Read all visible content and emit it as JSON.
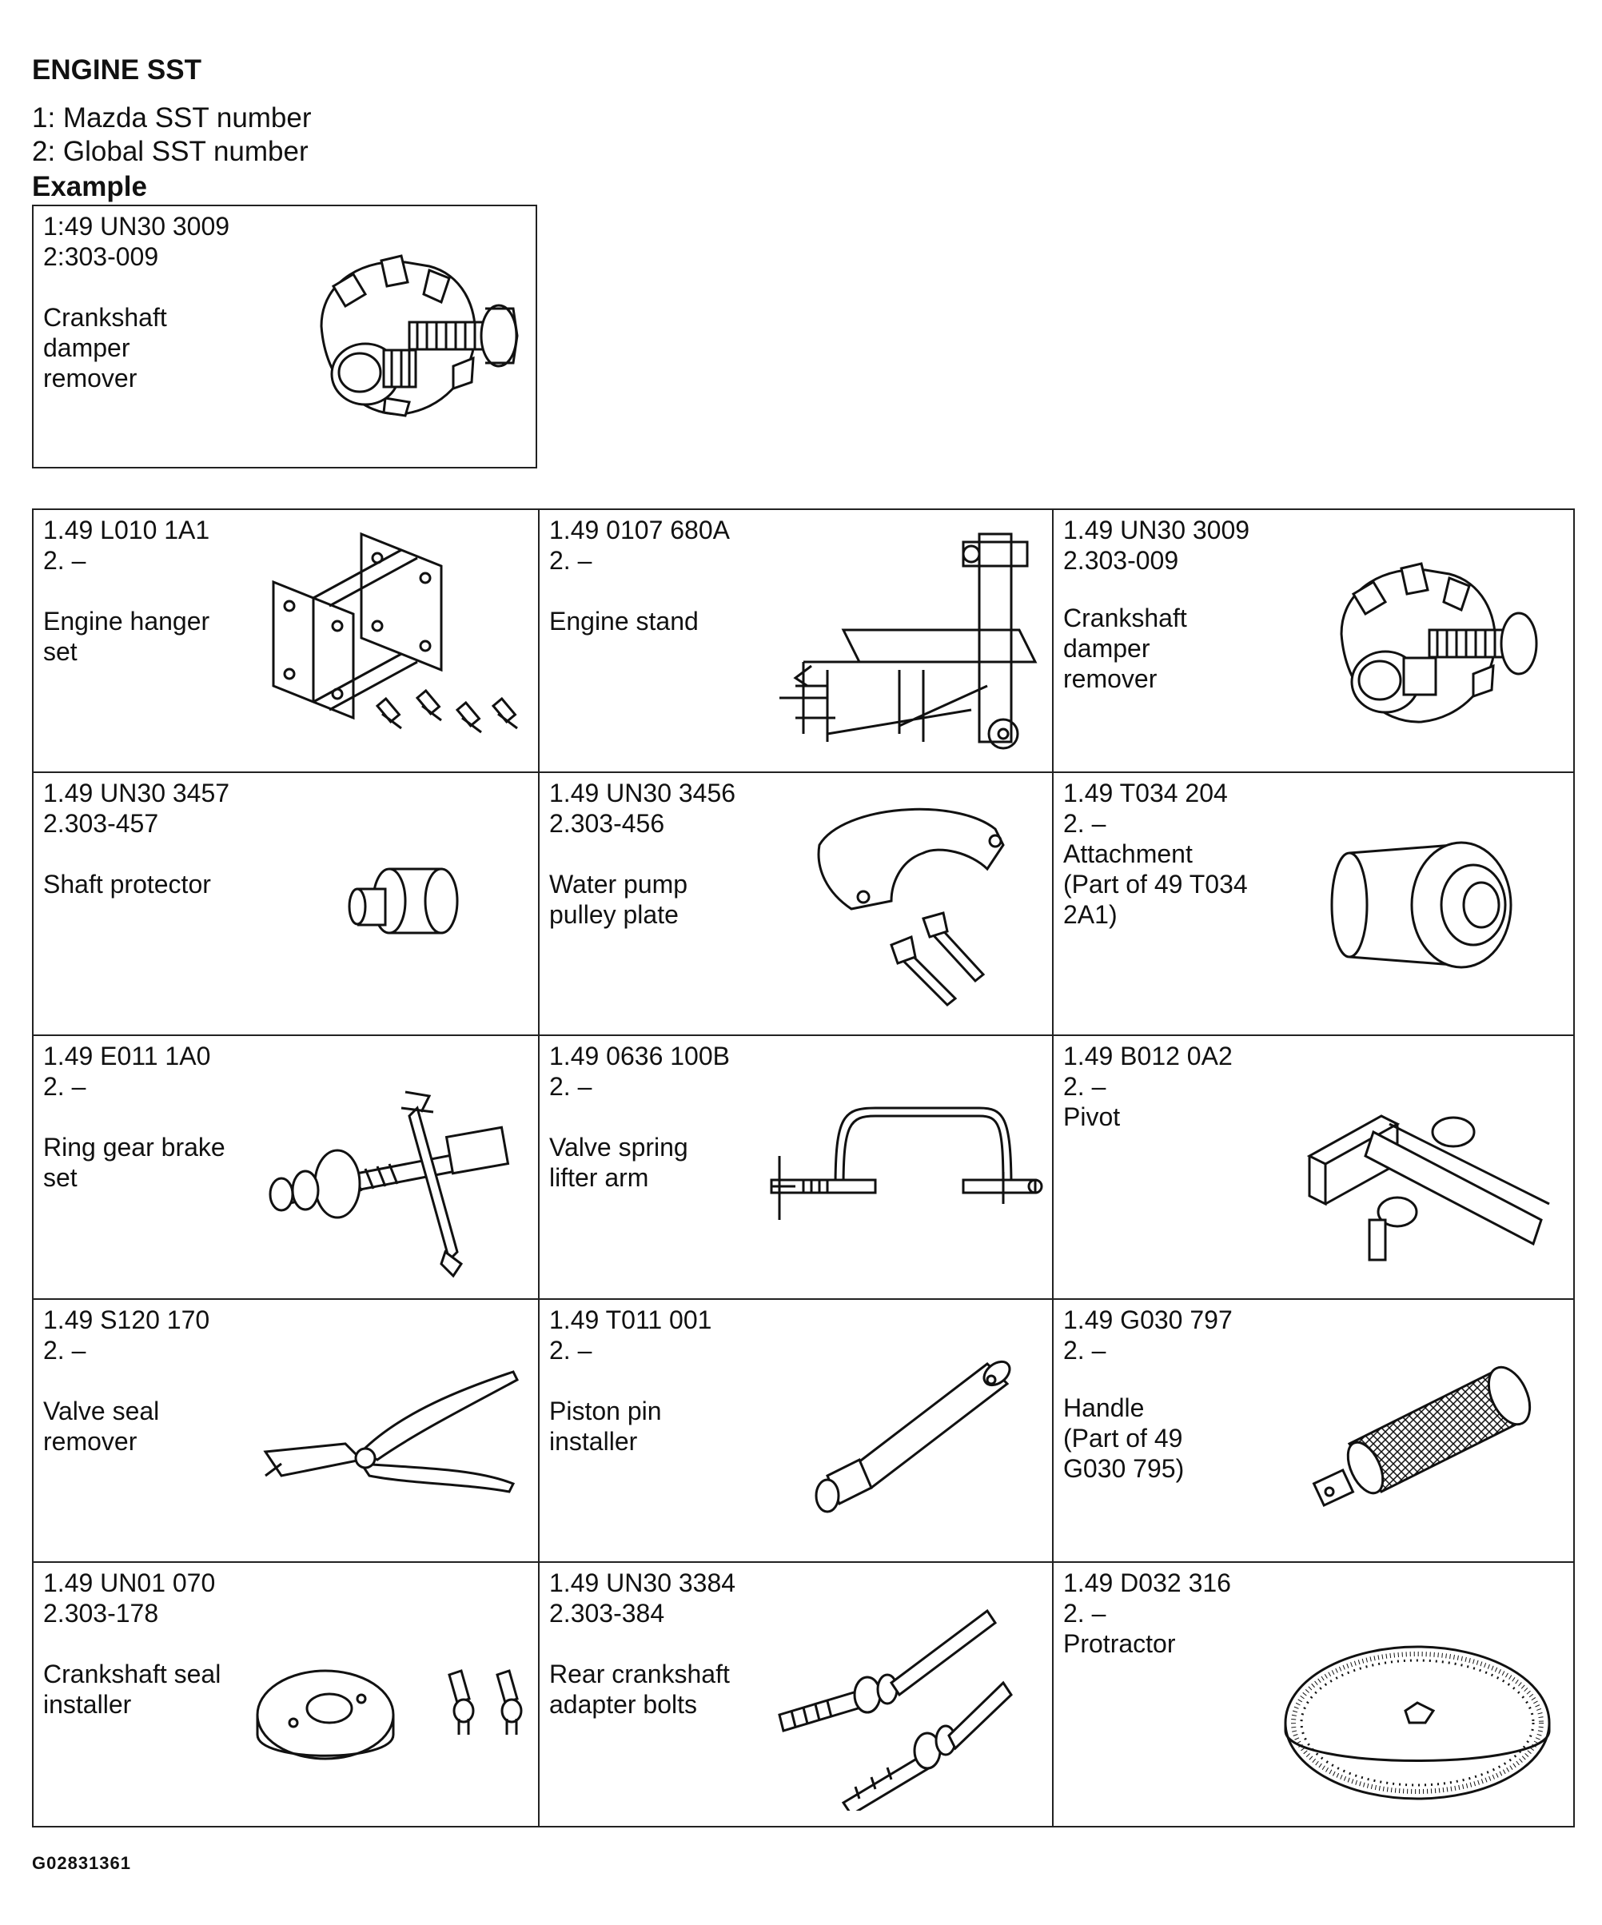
{
  "heading": "ENGINE SST",
  "legend": {
    "line1": "1: Mazda SST number",
    "line2": "2: Global SST number"
  },
  "example": {
    "label": "Example",
    "num1": "1:49 UN30 3009",
    "num2": "2:303-009",
    "name": [
      "Crankshaft",
      "damper",
      "remover"
    ],
    "icon": "crankshaft-damper-remover-icon"
  },
  "tools": [
    {
      "num1": "1.49 L010 1A1",
      "num2": "2. –",
      "name": [
        "Engine hanger",
        "set"
      ],
      "icon": "engine-hanger-set-icon"
    },
    {
      "num1": "1.49 0107 680A",
      "num2": "2. –",
      "name": [
        "Engine stand"
      ],
      "icon": "engine-stand-icon"
    },
    {
      "num1": "1.49 UN30 3009",
      "num2": "2.303-009",
      "name": [
        "Crankshaft",
        "damper",
        "remover"
      ],
      "icon": "crankshaft-damper-remover-icon"
    },
    {
      "num1": "1.49 UN30 3457",
      "num2": "2.303-457",
      "name": [
        "Shaft protector"
      ],
      "icon": "shaft-protector-icon"
    },
    {
      "num1": "1.49 UN30 3456",
      "num2": "2.303-456",
      "name": [
        "Water pump",
        "pulley plate"
      ],
      "icon": "water-pump-pulley-plate-icon"
    },
    {
      "num1": "1.49 T034 204",
      "num2": "2. –",
      "name": [
        "Attachment",
        "(Part of 49 T034",
        "2A1)"
      ],
      "icon": "attachment-icon"
    },
    {
      "num1": "1.49 E011 1A0",
      "num2": "2. –",
      "name": [
        "Ring gear brake",
        "set"
      ],
      "icon": "ring-gear-brake-set-icon"
    },
    {
      "num1": "1.49 0636 100B",
      "num2": "2. –",
      "name": [
        "Valve spring",
        "lifter arm"
      ],
      "icon": "valve-spring-lifter-arm-icon"
    },
    {
      "num1": "1.49 B012 0A2",
      "num2": "2. –",
      "name": [
        "Pivot"
      ],
      "icon": "pivot-icon"
    },
    {
      "num1": "1.49 S120 170",
      "num2": "2. –",
      "name": [
        "Valve seal",
        "remover"
      ],
      "icon": "valve-seal-remover-icon"
    },
    {
      "num1": "1.49 T011 001",
      "num2": "2. –",
      "name": [
        "Piston pin",
        "installer"
      ],
      "icon": "piston-pin-installer-icon"
    },
    {
      "num1": "1.49 G030 797",
      "num2": "2. –",
      "name": [
        "Handle",
        "(Part of 49",
        "G030 795)"
      ],
      "icon": "handle-icon"
    },
    {
      "num1": "1.49 UN01 070",
      "num2": "2.303-178",
      "name": [
        "Crankshaft seal",
        "installer"
      ],
      "icon": "crankshaft-seal-installer-icon"
    },
    {
      "num1": "1.49 UN30 3384",
      "num2": "2.303-384",
      "name": [
        "Rear crankshaft",
        "adapter bolts"
      ],
      "icon": "rear-crankshaft-adapter-bolts-icon"
    },
    {
      "num1": "1.49 D032 316",
      "num2": "2. –",
      "name": [
        "Protractor"
      ],
      "icon": "protractor-icon"
    }
  ],
  "figure_id": "G02831361"
}
